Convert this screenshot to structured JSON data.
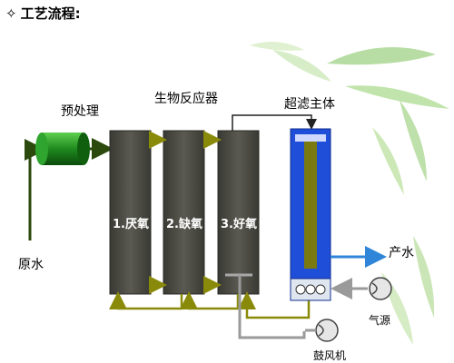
{
  "header": {
    "symbol": "✧",
    "title": "工艺流程:"
  },
  "labels": {
    "pretreatment": "预处理",
    "bioreactor": "生物反应器",
    "uf_main": "超滤主体",
    "raw_water": "原水",
    "product_water": "产水",
    "air_source": "气源",
    "blower": "鼓风机"
  },
  "tanks": [
    {
      "label": "1.厌氧"
    },
    {
      "label": "2.缺氧"
    },
    {
      "label": "3.好氧"
    }
  ],
  "colors": {
    "flow_main": "#3b5e12",
    "flow_olive": "#8a8a0a",
    "flow_gray": "#9a9a9a",
    "product_arrow": "#2f86d8",
    "filter_pre": "#1f8a1f",
    "tank_fill": "#4a4a44",
    "membrane_blue": "#1f4fd8",
    "membrane_core": "#7a7a10"
  }
}
